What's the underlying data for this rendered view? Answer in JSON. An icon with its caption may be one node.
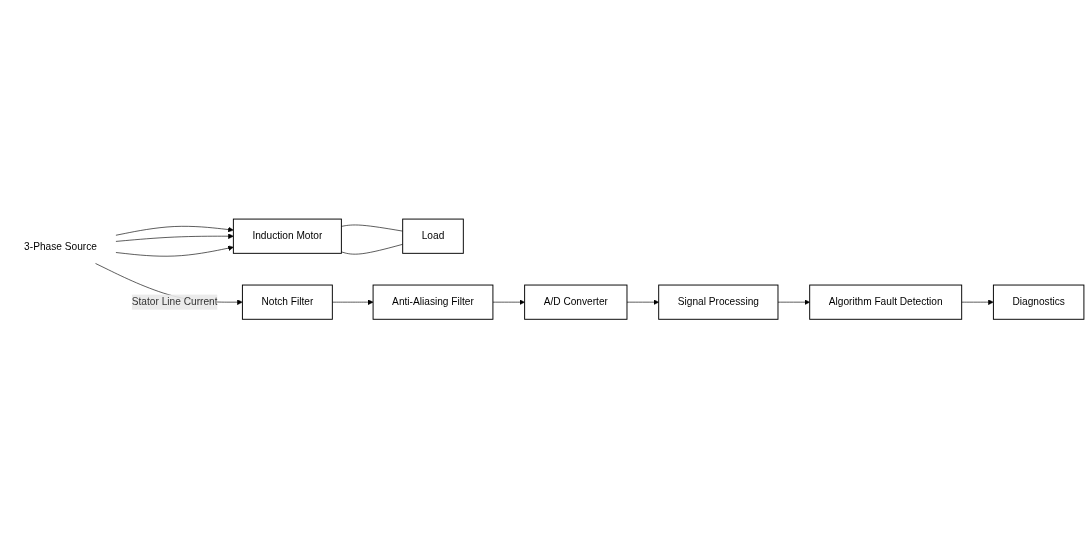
{
  "diagram": {
    "nodes": [
      {
        "text": [
          "3-Phase Source"
        ]
      },
      {
        "text": [
          "Induction Motor"
        ]
      },
      {
        "text": [
          "Load"
        ]
      },
      {
        "text": [
          "Notch Filter"
        ]
      },
      {
        "text": [
          "Anti-Aliasing Filter"
        ]
      },
      {
        "text": [
          "A/D Converter"
        ]
      },
      {
        "text": [
          "Signal Processing"
        ]
      },
      {
        "text": [
          "Algorithm Fault Detection"
        ]
      },
      {
        "text": [
          "Diagnostics"
        ]
      }
    ],
    "edges": [
      {
        "from": 0,
        "to": 1,
        "arrow": "to"
      },
      {
        "from": 0,
        "to": 1,
        "arrow": "to"
      },
      {
        "from": 0,
        "to": 1,
        "arrow": "to"
      },
      {
        "from": 1,
        "to": 2,
        "arrow": "none"
      },
      {
        "from": 1,
        "to": 2,
        "arrow": "none"
      },
      {
        "from": 0,
        "to": 3,
        "label": "Stator Line Current",
        "arrow": "to"
      },
      {
        "from": 3,
        "to": 4,
        "arrow": "to"
      },
      {
        "from": 4,
        "to": 5,
        "arrow": "to"
      },
      {
        "from": 5,
        "to": 6,
        "arrow": "to"
      },
      {
        "from": 6,
        "to": 7,
        "arrow": "to"
      },
      {
        "from": 7,
        "to": 8,
        "arrow": "to"
      }
    ]
  }
}
